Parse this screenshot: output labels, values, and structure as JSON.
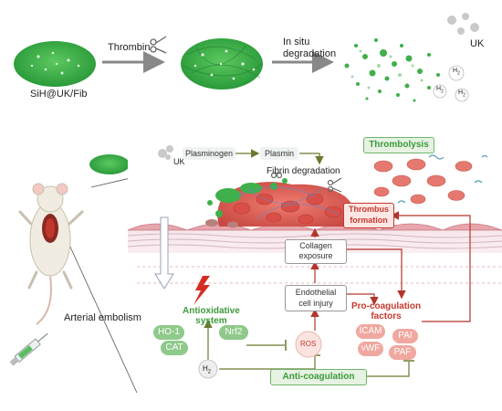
{
  "top": {
    "sih_label": "SiH@UK/Fib",
    "thrombin_label": "Thrombin",
    "in_situ_label_line1": "In situ",
    "in_situ_label_line2": "degradation",
    "uk_label": "UK",
    "h2_label": "H",
    "h2_sub": "2"
  },
  "bottom": {
    "uk_label": "UK",
    "plasminogen": "Plasminogen",
    "plasmin": "Plasmin",
    "fibrin_degradation": "Fibrin degradation",
    "thrombolysis": "Thrombolysis",
    "thrombus_formation_l1": "Thrombus",
    "thrombus_formation_l2": "formation",
    "collagen_l1": "Collagen",
    "collagen_l2": "exposure",
    "endothelial_l1": "Endothelial",
    "endothelial_l2": "cell injury",
    "arterial_embolism": "Arterial embolism",
    "antioxidative_l1": "Antioxidative",
    "antioxidative_l2": "system",
    "ho1": "HO-1",
    "cat": "CAT",
    "nrf2": "Nrf2",
    "ros": "ROS",
    "h2": "H",
    "h2_sub": "2",
    "anti_coagulation": "Anti-coagulation",
    "procoag_l1": "Pro-coagulation",
    "procoag_l2": "factors",
    "icam": "ICAM",
    "pai": "PAI",
    "vwf": "vWF",
    "paf": "PAF"
  },
  "colors": {
    "green_text": "#3d9a3d",
    "red_text": "#c43a2e",
    "pill_green": "#8fc98b",
    "pill_red": "#f0a8a0",
    "hydrogel_green": "#3fb04a",
    "clot_red": "#e0605a"
  }
}
